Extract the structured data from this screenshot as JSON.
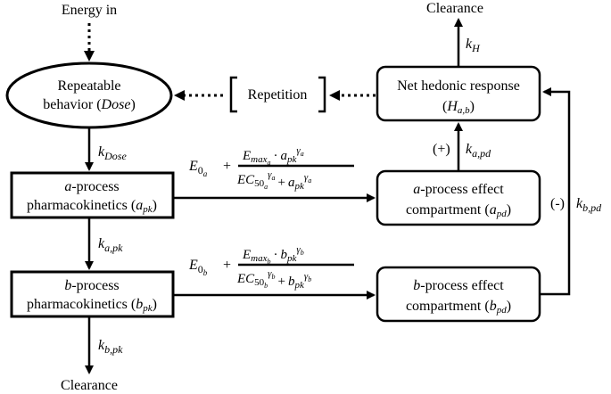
{
  "nodes": {
    "energy_in": "Energy in",
    "clearance_top": "Clearance",
    "clearance_bottom": "Clearance",
    "behavior_line1": "Repeatable",
    "behavior_line2_pre": "behavior (",
    "behavior_line2_it": "Dose",
    "behavior_line2_post": ")",
    "repetition": "Repetition",
    "hedonic_line1": "Net hedonic response",
    "hedonic_sym": "H",
    "hedonic_sub": "a,b",
    "apk_it": "a",
    "apk_line1_rest": "-process",
    "apk_line2": "pharmacokinetics (",
    "apk_sym": "a",
    "apk_sub": "pk",
    "apd_it": "a",
    "apd_line1_rest": "-process effect",
    "apd_line2": "compartment (",
    "apd_sym": "a",
    "apd_sub": "pd",
    "bpk_it": "b",
    "bpk_line1_rest": "-process",
    "bpk_line2": "pharmacokinetics (",
    "bpk_sym": "b",
    "bpk_sub": "pk",
    "bpd_it": "b",
    "bpd_line1_rest": "-process effect",
    "bpd_line2": "compartment (",
    "bpd_sym": "b",
    "bpd_sub": "pd",
    "close_paren": ")"
  },
  "rates": {
    "k": "k",
    "kh_sub": "H",
    "kdose_sub": "Dose",
    "kapk_sub": "a,pk",
    "kbpk_sub": "b,pk",
    "kapd_sub": "a,pd",
    "kbpd_sub": "b,pd"
  },
  "signs": {
    "plus": "(+)",
    "minus": "(-)"
  },
  "equations": {
    "a": {
      "e0": "E",
      "e0_sub": "0",
      "e0_subsub": "a",
      "plus": "+",
      "num_emax": "E",
      "num_emax_sub": "max",
      "num_emax_subsub": "a",
      "num_dot": "·",
      "num_var": "a",
      "num_var_sub": "pk",
      "num_exp": "γ",
      "num_exp_sub": "a",
      "den_ec": "EC",
      "den_ec_sub": "50",
      "den_ec_subsub": "a",
      "den_exp": "γ",
      "den_exp_sub": "a",
      "den_plus": "+",
      "den_var": "a",
      "den_var_sub": "pk",
      "den_var_exp": "γ",
      "den_var_exp_sub": "a"
    },
    "b": {
      "e0": "E",
      "e0_sub": "0",
      "e0_subsub": "b",
      "plus": "+",
      "num_emax": "E",
      "num_emax_sub": "max",
      "num_emax_subsub": "b",
      "num_dot": "·",
      "num_var": "b",
      "num_var_sub": "pk",
      "num_exp": "γ",
      "num_exp_sub": "b",
      "den_ec": "EC",
      "den_ec_sub": "50",
      "den_ec_subsub": "b",
      "den_exp": "γ",
      "den_exp_sub": "b",
      "den_plus": "+",
      "den_var": "b",
      "den_var_sub": "pk",
      "den_var_exp": "γ",
      "den_var_exp_sub": "b"
    }
  }
}
